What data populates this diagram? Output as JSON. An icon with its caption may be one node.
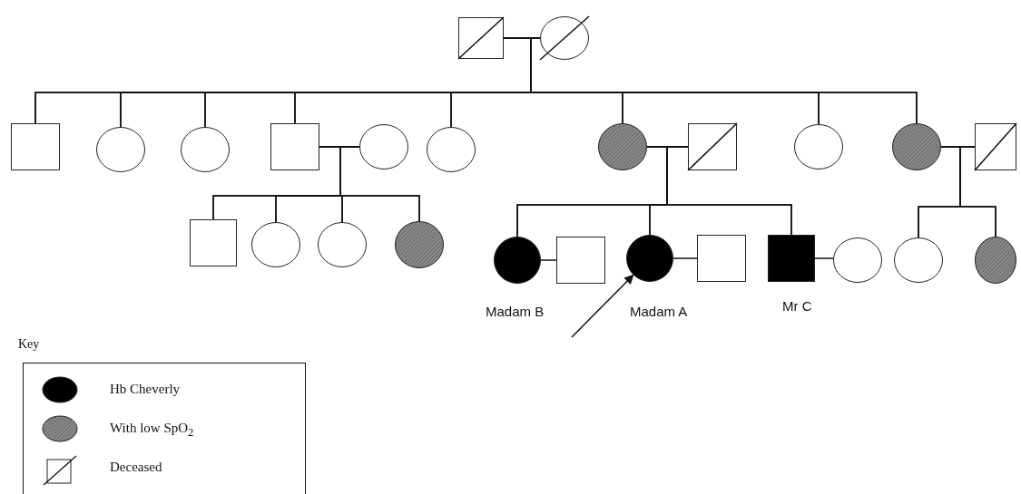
{
  "diagram": {
    "nodes": [
      {
        "text": [],
        "shape": "box"
      },
      {
        "text": [],
        "shape": "circle"
      },
      {
        "text": [],
        "shape": "box"
      },
      {
        "text": [],
        "shape": "circle"
      },
      {
        "text": [],
        "shape": "circle"
      },
      {
        "text": [],
        "shape": "box"
      },
      {
        "text": [],
        "shape": "circle"
      },
      {
        "text": [],
        "shape": "circle"
      },
      {
        "text": [],
        "shape": "circle"
      },
      {
        "text": [],
        "shape": "box"
      },
      {
        "text": [],
        "shape": "circle"
      },
      {
        "text": [],
        "shape": "circle"
      },
      {
        "text": [],
        "shape": "box"
      },
      {
        "text": [],
        "shape": "box"
      },
      {
        "text": [],
        "shape": "circle"
      },
      {
        "text": [],
        "shape": "circle"
      },
      {
        "text": [],
        "shape": "circle"
      },
      {
        "text": [],
        "shape": "circle",
        "beside": [
          "Madam B"
        ]
      },
      {
        "text": [],
        "shape": "box"
      },
      {
        "text": [],
        "shape": "circle",
        "beside": [
          "Madam A"
        ]
      },
      {
        "text": [],
        "shape": "box"
      },
      {
        "text": [],
        "shape": "box",
        "beside": [
          "Mr C"
        ]
      },
      {
        "text": [],
        "shape": "circle"
      },
      {
        "text": [],
        "shape": "circle"
      },
      {
        "text": [],
        "shape": "circle"
      }
    ],
    "edges": [
      {
        "from": 0,
        "to": 1,
        "arrow": "none"
      },
      {
        "from": 0,
        "to": 2,
        "arrow": "none"
      },
      {
        "from": 1,
        "to": 2,
        "arrow": "none"
      },
      {
        "from": 0,
        "to": 3,
        "arrow": "none"
      },
      {
        "from": 1,
        "to": 3,
        "arrow": "none"
      },
      {
        "from": 0,
        "to": 4,
        "arrow": "none"
      },
      {
        "from": 1,
        "to": 4,
        "arrow": "none"
      },
      {
        "from": 0,
        "to": 5,
        "arrow": "none"
      },
      {
        "from": 1,
        "to": 5,
        "arrow": "none"
      },
      {
        "from": 0,
        "to": 7,
        "arrow": "none"
      },
      {
        "from": 1,
        "to": 7,
        "arrow": "none"
      },
      {
        "from": 0,
        "to": 8,
        "arrow": "none"
      },
      {
        "from": 1,
        "to": 8,
        "arrow": "none"
      },
      {
        "from": 0,
        "to": 10,
        "arrow": "none"
      },
      {
        "from": 1,
        "to": 10,
        "arrow": "none"
      },
      {
        "from": 0,
        "to": 11,
        "arrow": "none"
      },
      {
        "from": 1,
        "to": 11,
        "arrow": "none"
      },
      {
        "from": 5,
        "to": 6,
        "arrow": "none"
      },
      {
        "from": 5,
        "to": 13,
        "arrow": "none"
      },
      {
        "from": 6,
        "to": 13,
        "arrow": "none"
      },
      {
        "from": 5,
        "to": 14,
        "arrow": "none"
      },
      {
        "from": 6,
        "to": 14,
        "arrow": "none"
      },
      {
        "from": 5,
        "to": 15,
        "arrow": "none"
      },
      {
        "from": 6,
        "to": 15,
        "arrow": "none"
      },
      {
        "from": 5,
        "to": 16,
        "arrow": "none"
      },
      {
        "from": 6,
        "to": 16,
        "arrow": "none"
      },
      {
        "from": 8,
        "to": 9,
        "arrow": "none"
      },
      {
        "from": 8,
        "to": 17,
        "arrow": "none"
      },
      {
        "from": 9,
        "to": 17,
        "arrow": "none"
      },
      {
        "from": 8,
        "to": 19,
        "arrow": "none"
      },
      {
        "from": 9,
        "to": 19,
        "arrow": "none"
      },
      {
        "from": 8,
        "to": 21,
        "arrow": "none"
      },
      {
        "from": 9,
        "to": 21,
        "arrow": "none"
      },
      {
        "from": 11,
        "to": 12,
        "arrow": "none"
      },
      {
        "from": 11,
        "to": 23,
        "arrow": "none"
      },
      {
        "from": 12,
        "to": 23,
        "arrow": "none"
      },
      {
        "from": 11,
        "to": 24,
        "arrow": "none"
      },
      {
        "from": 12,
        "to": 24,
        "arrow": "none"
      },
      {
        "from": 17,
        "to": 18,
        "arrow": "none"
      },
      {
        "from": 19,
        "to": 20,
        "arrow": "none"
      },
      {
        "from": 21,
        "to": 22,
        "arrow": "none"
      },
      {
        "from": null,
        "to": 19,
        "arrow": "to"
      }
    ],
    "labels": [
      "Key"
    ],
    "legend": [
      {
        "text": "Hb Cheverly",
        "color": "#000000"
      },
      {
        "text": "With low SpO$_{2}$",
        "color": "#808080"
      },
      {
        "text": "Deceased"
      }
    ]
  }
}
